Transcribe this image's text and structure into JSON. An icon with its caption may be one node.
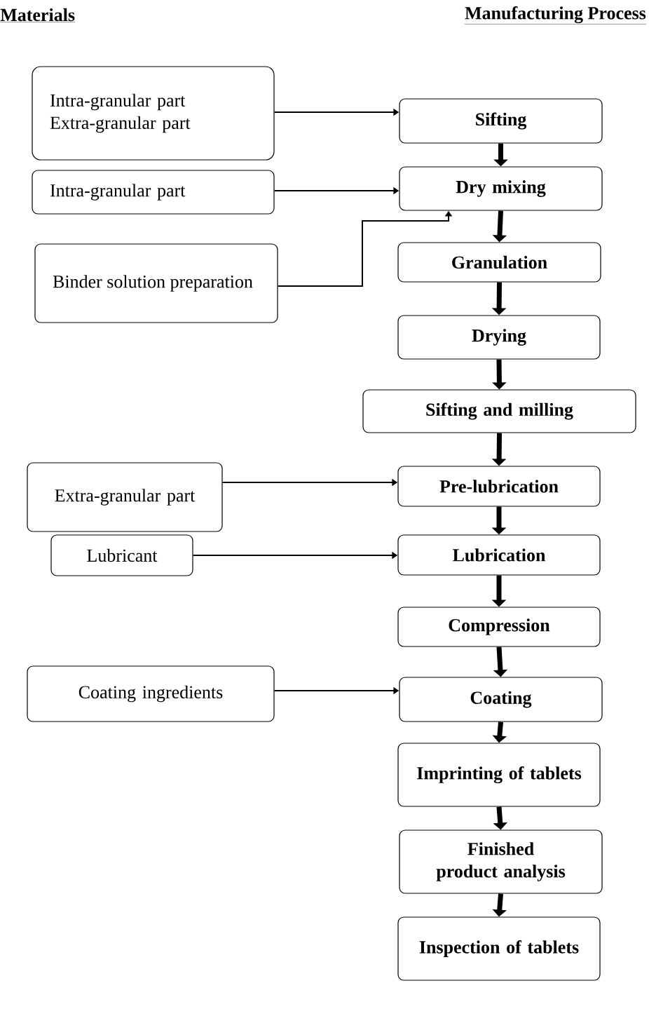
{
  "diagram": {
    "nodes": [
      {
        "text": [
          "Intra-granular part",
          "Extra-granular part"
        ]
      },
      {
        "text": [
          "Intra-granular part"
        ]
      },
      {
        "text": [
          "Binder solution preparation"
        ]
      },
      {
        "text": [
          "Extra-granular part"
        ]
      },
      {
        "text": [
          "Lubricant"
        ]
      },
      {
        "text": [
          "Coating ingredients"
        ]
      },
      {
        "text": [
          "Sifting"
        ]
      },
      {
        "text": [
          "Dry mixing"
        ]
      },
      {
        "text": [
          "Granulation"
        ]
      },
      {
        "text": [
          "Drying"
        ]
      },
      {
        "text": [
          "Sifting and milling"
        ]
      },
      {
        "text": [
          "Pre-lubrication"
        ]
      },
      {
        "text": [
          "Lubrication"
        ]
      },
      {
        "text": [
          "Compression"
        ]
      },
      {
        "text": [
          "Coating"
        ]
      },
      {
        "text": [
          "Imprinting of tablets"
        ]
      },
      {
        "text": [
          "Finished product analysis"
        ]
      },
      {
        "text": [
          "Inspection of tablets"
        ]
      }
    ],
    "edges": [
      {
        "from": 0,
        "to": 6,
        "arrow": "to"
      },
      {
        "from": 1,
        "to": 7,
        "arrow": "to"
      },
      {
        "from": 2,
        "to": 7,
        "arrow": "to"
      },
      {
        "from": 3,
        "to": 11,
        "arrow": "to"
      },
      {
        "from": 4,
        "to": 12,
        "arrow": "to"
      },
      {
        "from": 5,
        "to": 14,
        "arrow": "to"
      },
      {
        "from": 6,
        "to": 7,
        "arrow": "to"
      },
      {
        "from": 7,
        "to": 8,
        "arrow": "to"
      },
      {
        "from": 8,
        "to": 9,
        "arrow": "to"
      },
      {
        "from": 9,
        "to": 10,
        "arrow": "to"
      },
      {
        "from": 10,
        "to": 11,
        "arrow": "to"
      },
      {
        "from": 11,
        "to": 12,
        "arrow": "to"
      },
      {
        "from": 12,
        "to": 13,
        "arrow": "to"
      },
      {
        "from": 13,
        "to": 14,
        "arrow": "to"
      },
      {
        "from": 14,
        "to": 15,
        "arrow": "to"
      },
      {
        "from": 15,
        "to": 16,
        "arrow": "to"
      },
      {
        "from": 16,
        "to": 17,
        "arrow": "to"
      }
    ],
    "labels": [
      "Materials",
      "Manufacturing Process"
    ]
  }
}
